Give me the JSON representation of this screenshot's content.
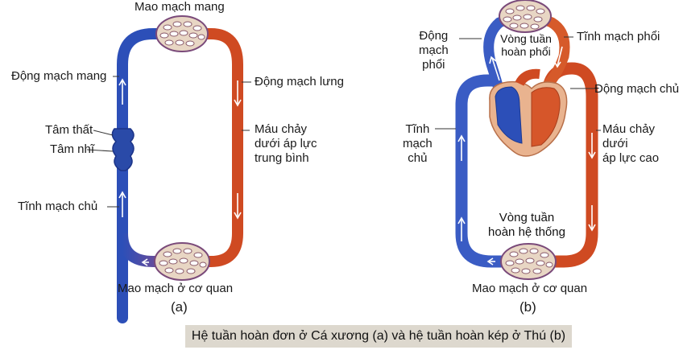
{
  "diagram_a": {
    "labels": {
      "top_capillary": "Mao mạch mang",
      "gill_artery": "Động mạch mang",
      "dorsal_artery": "Động mạch lưng",
      "ventricle": "Tâm thất",
      "atrium": "Tâm nhĩ",
      "blood_flow": "Máu chảy\ndưới áp lực\ntrung bình",
      "vena_cava": "Tĩnh mạch chủ",
      "organ_capillary": "Mao mạch ở cơ quan"
    },
    "panel_label": "(a)"
  },
  "diagram_b": {
    "labels": {
      "pulmonary_artery": "Động\nmạch\nphổi",
      "pulmonary_circuit": "Vòng tuần\nhoàn phổi",
      "pulmonary_vein": "Tĩnh mạch phổi",
      "aorta": "Động mạch chủ",
      "blood_flow": "Máu chảy dưới\náp lực cao",
      "vena_cava": "Tĩnh\nmạch\nchủ",
      "systemic_circuit": "Vòng tuần\nhoàn hệ thống",
      "organ_capillary": "Mao mạch ở cơ quan"
    },
    "panel_label": "(b)"
  },
  "caption": "Hệ tuần hoàn đơn ở Cá xương (a) và hệ tuần hoàn kép ở Thú (b)",
  "colors": {
    "deoxygenated": "#2c4fb8",
    "oxygenated": "#cf4a22",
    "capillary_fill": "#e8d6c4",
    "caption_bg": "#ddd8ce"
  }
}
